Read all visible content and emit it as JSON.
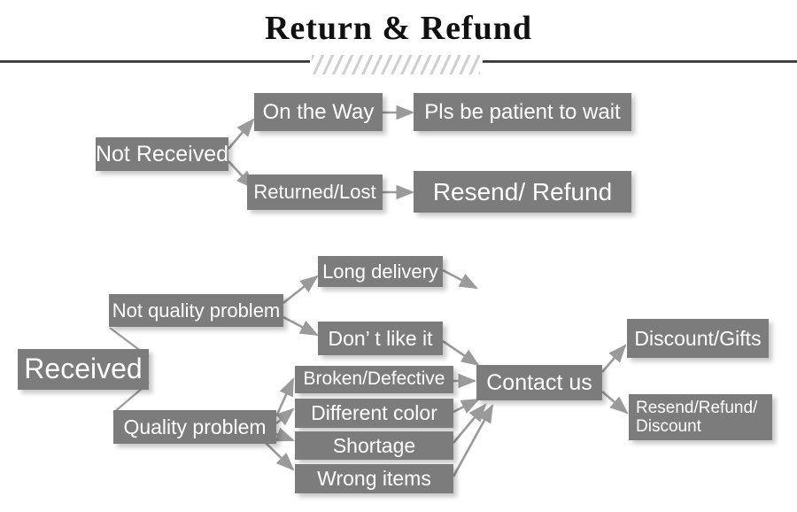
{
  "header": {
    "title": "Return & Refund",
    "divider_icon": "hatched-divider"
  },
  "colors": {
    "node_fill": "#7c7c7c",
    "node_text": "#ffffff",
    "arrow": "#9a9a9a",
    "connector": "#9a9a9a",
    "title_text": "#111111",
    "rule": "#2d2d2d",
    "hatch": "#cfcfcf",
    "background": "#ffffff"
  },
  "diagram": {
    "type": "flowchart",
    "orientation": "left-to-right",
    "branches": [
      {
        "name": "not-received",
        "root": "Not Received",
        "paths": [
          {
            "status": "On the Way",
            "outcome": "Pls be patient to wait"
          },
          {
            "status": "Returned/Lost",
            "outcome": "Resend/ Refund"
          }
        ]
      },
      {
        "name": "received",
        "root": "Received",
        "categories": [
          {
            "label": "Not quality problem",
            "issues": [
              "Long delivery",
              "Don’  t like it"
            ]
          },
          {
            "label": "Quality problem",
            "issues": [
              "Broken/Defective",
              "Different color",
              "Shortage",
              "Wrong items"
            ]
          }
        ],
        "hub": "Contact us",
        "resolutions": [
          "Discount/Gifts",
          "Resend/Refund/\nDiscount"
        ]
      }
    ]
  },
  "nodes": {
    "not_received": "Not Received",
    "on_the_way": "On the Way",
    "pls_be_patient": "Pls be patient to wait",
    "returned_lost": "Returned/Lost",
    "resend_refund": "Resend/ Refund",
    "received": "Received",
    "not_quality_problem": "Not quality problem",
    "quality_problem": "Quality problem",
    "long_delivery": "Long delivery",
    "dont_like_it": "Don’  t like it",
    "broken_defective": "Broken/Defective",
    "different_color": "Different color",
    "shortage": "Shortage",
    "wrong_items": "Wrong items",
    "contact_us": "Contact us",
    "discount_gifts": "Discount/Gifts",
    "resend_refund_discount": "Resend/Refund/\nDiscount"
  }
}
